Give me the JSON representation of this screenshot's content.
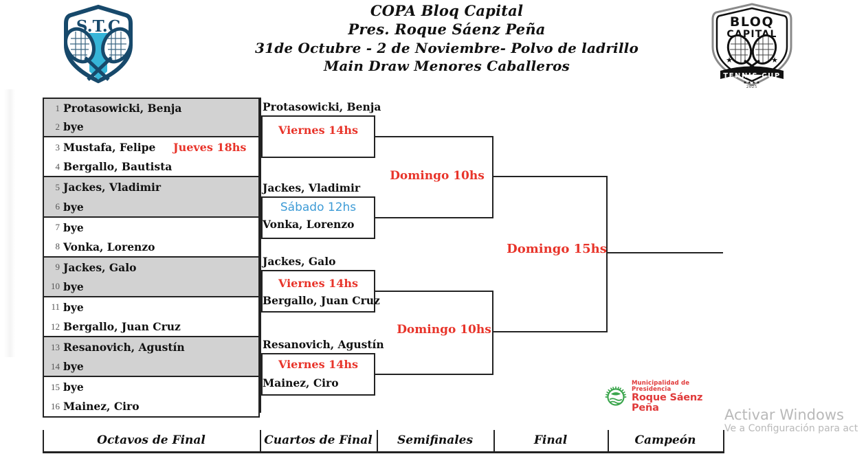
{
  "header": {
    "title_line1": "COPA Bloq Capital",
    "title_line2": "Pres. Roque Sáenz Peña",
    "title_line3": "31de Octubre - 2 de Noviembre- Polvo de ladrillo",
    "title_line4": "Main Draw Menores Caballeros"
  },
  "logos": {
    "club": {
      "name": "stc-shield-logo",
      "text": "S.T.C"
    },
    "sponsor": {
      "name": "bloq-capital-logo",
      "line1": "BLOQ",
      "line2": "CAPITAL",
      "banner": "TENNIS CUP",
      "year": "2025"
    },
    "municipality": {
      "name": "municipalidad-logo",
      "line1": "Municipalidad de Presidencia",
      "line2": "Roque Sáenz Peña"
    }
  },
  "round1": {
    "note": "Jueves 18hs",
    "players": [
      {
        "seed": "1",
        "name": "Protasowicki, Benja"
      },
      {
        "seed": "2",
        "name": "bye"
      },
      {
        "seed": "3",
        "name": "Mustafa, Felipe"
      },
      {
        "seed": "4",
        "name": "Bergallo, Bautista"
      },
      {
        "seed": "5",
        "name": "Jackes, Vladimir"
      },
      {
        "seed": "6",
        "name": "bye"
      },
      {
        "seed": "7",
        "name": "bye"
      },
      {
        "seed": "8",
        "name": "Vonka, Lorenzo"
      },
      {
        "seed": "9",
        "name": "Jackes, Galo"
      },
      {
        "seed": "10",
        "name": "bye"
      },
      {
        "seed": "11",
        "name": "bye"
      },
      {
        "seed": "12",
        "name": "Bergallo, Juan Cruz"
      },
      {
        "seed": "13",
        "name": "Resanovich, Agustín"
      },
      {
        "seed": "14",
        "name": "bye"
      },
      {
        "seed": "15",
        "name": "bye"
      },
      {
        "seed": "16",
        "name": "Mainez, Ciro"
      }
    ]
  },
  "quarterfinals": [
    {
      "top_name": "Protasowicki, Benja",
      "label": "Viernes 14hs",
      "bottom_name": "",
      "label_color": "#e8342a"
    },
    {
      "top_name": "Jackes, Vladimir",
      "label": "Sábado 12hs",
      "bottom_name": "Vonka, Lorenzo",
      "label_color": "#3d9bd6"
    },
    {
      "top_name": "Jackes, Galo",
      "label": "Viernes 14hs",
      "bottom_name": "Bergallo, Juan Cruz",
      "label_color": "#e8342a"
    },
    {
      "top_name": "Resanovich, Agustín",
      "label": "Viernes 14hs",
      "bottom_name": "Mainez, Ciro",
      "label_color": "#e8342a"
    }
  ],
  "semifinals": [
    {
      "label": "Domingo 10hs"
    },
    {
      "label": "Domingo 10hs"
    }
  ],
  "final": {
    "label": "Domingo 15hs"
  },
  "legend": [
    {
      "label": "Octavos de Final"
    },
    {
      "label": "Cuartos de Final"
    },
    {
      "label": "Semifinales"
    },
    {
      "label": "Final"
    },
    {
      "label": "Campeón"
    }
  ],
  "watermark": {
    "line1": "Activar Windows",
    "line2": "Ve a Configuración para act"
  },
  "colors": {
    "schedule_red": "#e8342a",
    "schedule_blue": "#3d9bd6",
    "row_shade": "#d2d2d2",
    "line": "#222222",
    "muni_red": "#e03a3a",
    "muni_green": "#3aa54c",
    "club_navy": "#17496b",
    "club_cyan": "#36b5d8"
  }
}
